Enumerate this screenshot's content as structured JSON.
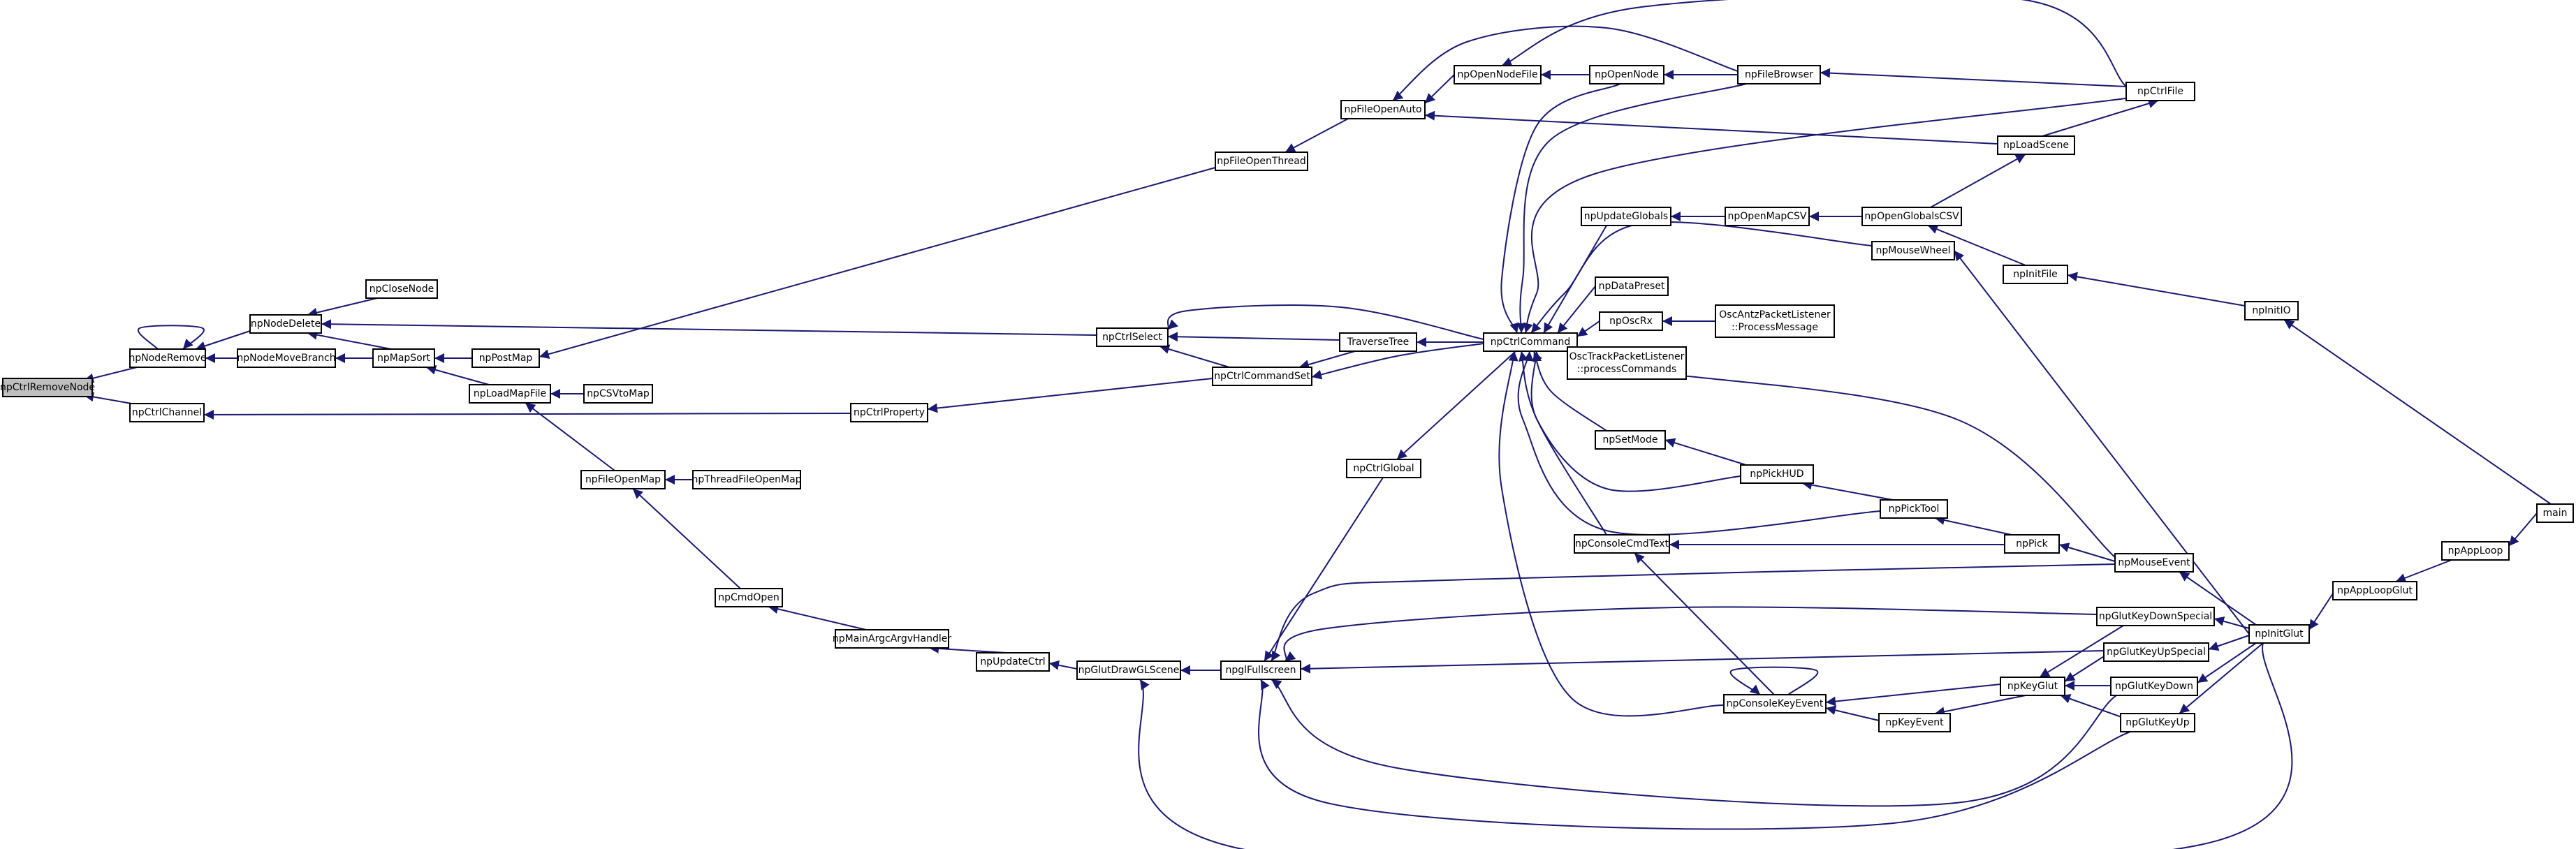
{
  "graph": {
    "nodes": {
      "npCtrlRemoveNode": "npCtrlRemoveNode",
      "npNodeRemove": "npNodeRemove",
      "npCtrlChannel": "npCtrlChannel",
      "npNodeDelete": "npNodeDelete",
      "npNodeMoveBranch": "npNodeMoveBranch",
      "npCloseNode": "npCloseNode",
      "npMapSort": "npMapSort",
      "npPostMap": "npPostMap",
      "npLoadMapFile": "npLoadMapFile",
      "npCSVtoMap": "npCSVtoMap",
      "npFileOpenMap": "npFileOpenMap",
      "npThreadFileOpenMap": "npThreadFileOpenMap",
      "npCmdOpen": "npCmdOpen",
      "npMainArgcArgvHandler": "npMainArgcArgvHandler",
      "npUpdateCtrl": "npUpdateCtrl",
      "npGlutDrawGLScene": "npGlutDrawGLScene",
      "npglFullscreen": "npglFullscreen",
      "npCtrlProperty": "npCtrlProperty",
      "npCtrlSelect": "npCtrlSelect",
      "npCtrlCommandSet": "npCtrlCommandSet",
      "TraverseTree": "TraverseTree",
      "npCtrlGlobal": "npCtrlGlobal",
      "npFileOpenThread": "npFileOpenThread",
      "npFileOpenAuto": "npFileOpenAuto",
      "npOpenNodeFile": "npOpenNodeFile",
      "npOpenNode": "npOpenNode",
      "npFileBrowser": "npFileBrowser",
      "npCtrlFile": "npCtrlFile",
      "npLoadScene": "npLoadScene",
      "npCtrlCommand": "npCtrlCommand",
      "npUpdateGlobals": "npUpdateGlobals",
      "npOpenMapCSV": "npOpenMapCSV",
      "npOpenGlobalsCSV": "npOpenGlobalsCSV",
      "npMouseWheel": "npMouseWheel",
      "npInitFile": "npInitFile",
      "npInitIO": "npInitIO",
      "npDataPreset": "npDataPreset",
      "npOscRx": "npOscRx",
      "OscAntzPacketListener_ProcessMessage": [
        "OscAntzPacketListener",
        "::ProcessMessage"
      ],
      "OscTrackPacketListener_processCommands": [
        "OscTrackPacketListener",
        "::processCommands"
      ],
      "npSetMode": "npSetMode",
      "npPickHUD": "npPickHUD",
      "npPickTool": "npPickTool",
      "npPick": "npPick",
      "npConsoleCmdText": "npConsoleCmdText",
      "npMouseEvent": "npMouseEvent",
      "npGlutKeyDownSpecial": "npGlutKeyDownSpecial",
      "npGlutKeyUpSpecial": "npGlutKeyUpSpecial",
      "npKeyGlut": "npKeyGlut",
      "npGlutKeyDown": "npGlutKeyDown",
      "npGlutKeyUp": "npGlutKeyUp",
      "npConsoleKeyEvent": "npConsoleKeyEvent",
      "npKeyEvent": "npKeyEvent",
      "npInitGlut": "npInitGlut",
      "npAppLoopGlut": "npAppLoopGlut",
      "npAppLoop": "npAppLoop",
      "main": "main"
    },
    "root": "npCtrlRemoveNode",
    "edges": [
      [
        "npNodeRemove",
        "npCtrlRemoveNode"
      ],
      [
        "npCtrlChannel",
        "npCtrlRemoveNode"
      ],
      [
        "npNodeRemove",
        "npNodeRemove"
      ],
      [
        "npNodeDelete",
        "npNodeRemove"
      ],
      [
        "npNodeMoveBranch",
        "npNodeRemove"
      ],
      [
        "npCloseNode",
        "npNodeDelete"
      ],
      [
        "npMapSort",
        "npNodeDelete"
      ],
      [
        "npCtrlSelect",
        "npNodeDelete"
      ],
      [
        "npMapSort",
        "npNodeMoveBranch"
      ],
      [
        "npPostMap",
        "npMapSort"
      ],
      [
        "npLoadMapFile",
        "npMapSort"
      ],
      [
        "npFileOpenThread",
        "npPostMap"
      ],
      [
        "npCSVtoMap",
        "npLoadMapFile"
      ],
      [
        "npFileOpenMap",
        "npLoadMapFile"
      ],
      [
        "npThreadFileOpenMap",
        "npFileOpenMap"
      ],
      [
        "npCmdOpen",
        "npFileOpenMap"
      ],
      [
        "npMainArgcArgvHandler",
        "npCmdOpen"
      ],
      [
        "npUpdateCtrl",
        "npMainArgcArgvHandler"
      ],
      [
        "npGlutDrawGLScene",
        "npUpdateCtrl"
      ],
      [
        "npglFullscreen",
        "npGlutDrawGLScene"
      ],
      [
        "npInitGlut",
        "npGlutDrawGLScene"
      ],
      [
        "npCtrlProperty",
        "npCtrlChannel"
      ],
      [
        "npCtrlCommandSet",
        "npCtrlProperty"
      ],
      [
        "TraverseTree",
        "npCtrlSelect"
      ],
      [
        "npCtrlCommand",
        "npCtrlSelect"
      ],
      [
        "npCtrlCommandSet",
        "npCtrlSelect"
      ],
      [
        "TraverseTree",
        "npCtrlCommandSet"
      ],
      [
        "npCtrlCommand",
        "npCtrlCommandSet"
      ],
      [
        "npCtrlCommand",
        "TraverseTree"
      ],
      [
        "npFileOpenAuto",
        "npFileOpenThread"
      ],
      [
        "npOpenNodeFile",
        "npFileOpenAuto"
      ],
      [
        "npFileBrowser",
        "npFileOpenAuto"
      ],
      [
        "npLoadScene",
        "npFileOpenAuto"
      ],
      [
        "npOpenNode",
        "npOpenNodeFile"
      ],
      [
        "npCtrlFile",
        "npOpenNodeFile"
      ],
      [
        "npFileBrowser",
        "npOpenNode"
      ],
      [
        "npCtrlFile",
        "npFileBrowser"
      ],
      [
        "npLoadScene",
        "npCtrlFile"
      ],
      [
        "npOpenGlobalsCSV",
        "npLoadScene"
      ],
      [
        "npCtrlGlobal",
        "npglFullscreen"
      ],
      [
        "npCtrlCommand",
        "npCtrlGlobal"
      ],
      [
        "npUpdateGlobals",
        "npCtrlCommand"
      ],
      [
        "npDataPreset",
        "npCtrlCommand"
      ],
      [
        "npOscRx",
        "npCtrlCommand"
      ],
      [
        "OscTrackPacketListener_processCommands",
        "npCtrlCommand"
      ],
      [
        "npSetMode",
        "npCtrlCommand"
      ],
      [
        "npPickHUD",
        "npCtrlCommand"
      ],
      [
        "npPickTool",
        "npCtrlCommand"
      ],
      [
        "npConsoleCmdText",
        "npCtrlCommand"
      ],
      [
        "npConsoleKeyEvent",
        "npCtrlCommand"
      ],
      [
        "npOpenNode",
        "npCtrlCommand"
      ],
      [
        "npFileBrowser",
        "npCtrlCommand"
      ],
      [
        "npCtrlFile",
        "npCtrlCommand"
      ],
      [
        "npMouseWheel",
        "npCtrlCommand"
      ],
      [
        "npMouseEvent",
        "npCtrlCommand"
      ],
      [
        "npOpenMapCSV",
        "npUpdateGlobals"
      ],
      [
        "npOpenGlobalsCSV",
        "npOpenMapCSV"
      ],
      [
        "npInitFile",
        "npOpenGlobalsCSV"
      ],
      [
        "npInitIO",
        "npInitFile"
      ],
      [
        "main",
        "npInitIO"
      ],
      [
        "npInitGlut",
        "npMouseWheel"
      ],
      [
        "OscAntzPacketListener_ProcessMessage",
        "npOscRx"
      ],
      [
        "npPickHUD",
        "npSetMode"
      ],
      [
        "npPickTool",
        "npPickHUD"
      ],
      [
        "npPick",
        "npPickTool"
      ],
      [
        "npMouseEvent",
        "npPick"
      ],
      [
        "npPick",
        "npConsoleCmdText"
      ],
      [
        "npConsoleKeyEvent",
        "npConsoleCmdText"
      ],
      [
        "npConsoleKeyEvent",
        "npConsoleKeyEvent"
      ],
      [
        "npKeyGlut",
        "npConsoleKeyEvent"
      ],
      [
        "npKeyEvent",
        "npConsoleKeyEvent"
      ],
      [
        "npKeyGlut",
        "npKeyEvent"
      ],
      [
        "npGlutKeyDownSpecial",
        "npKeyGlut"
      ],
      [
        "npGlutKeyUpSpecial",
        "npKeyGlut"
      ],
      [
        "npGlutKeyDown",
        "npKeyGlut"
      ],
      [
        "npGlutKeyUp",
        "npKeyGlut"
      ],
      [
        "npMouseEvent",
        "npglFullscreen"
      ],
      [
        "npGlutKeyDownSpecial",
        "npglFullscreen"
      ],
      [
        "npGlutKeyUpSpecial",
        "npglFullscreen"
      ],
      [
        "npGlutKeyDown",
        "npglFullscreen"
      ],
      [
        "npGlutKeyUp",
        "npglFullscreen"
      ],
      [
        "npInitGlut",
        "npMouseEvent"
      ],
      [
        "npInitGlut",
        "npGlutKeyDownSpecial"
      ],
      [
        "npInitGlut",
        "npGlutKeyUpSpecial"
      ],
      [
        "npInitGlut",
        "npGlutKeyDown"
      ],
      [
        "npInitGlut",
        "npGlutKeyUp"
      ],
      [
        "npAppLoopGlut",
        "npInitGlut"
      ],
      [
        "npAppLoop",
        "npAppLoopGlut"
      ],
      [
        "main",
        "npAppLoop"
      ]
    ]
  }
}
